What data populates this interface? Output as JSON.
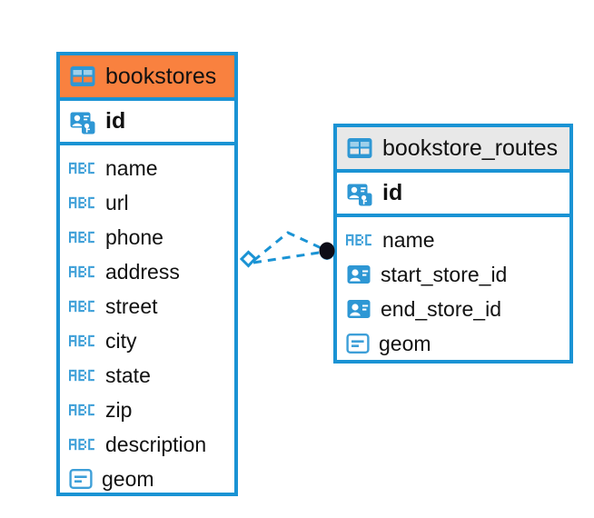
{
  "diagram": {
    "title": "bookstores and bookstore_routes entity relationship diagram",
    "colors": {
      "border_blue": "#1a93d4",
      "header_orange": "#f9813f",
      "header_gray": "#e8e8e8",
      "icon_blue": "#3d9fd8",
      "text_black": "#111111",
      "endpoint_dark": "#0d0d17"
    }
  },
  "entities": [
    {
      "name": "bookstores",
      "header_icon": "table-icon",
      "header_style": "accent-orange",
      "primary_key": {
        "label": "id",
        "icon": "primary-key-icon"
      },
      "fields": [
        {
          "label": "name",
          "icon": "abc-icon",
          "type": "text"
        },
        {
          "label": "url",
          "icon": "abc-icon",
          "type": "text"
        },
        {
          "label": "phone",
          "icon": "abc-icon",
          "type": "text"
        },
        {
          "label": "address",
          "icon": "abc-icon",
          "type": "text"
        },
        {
          "label": "street",
          "icon": "abc-icon",
          "type": "text"
        },
        {
          "label": "city",
          "icon": "abc-icon",
          "type": "text"
        },
        {
          "label": "state",
          "icon": "abc-icon",
          "type": "text"
        },
        {
          "label": "zip",
          "icon": "abc-icon",
          "type": "text"
        },
        {
          "label": "description",
          "icon": "abc-icon",
          "type": "text"
        },
        {
          "label": "geom",
          "icon": "geom-icon",
          "type": "geometry"
        }
      ]
    },
    {
      "name": "bookstore_routes",
      "header_icon": "table-icon",
      "header_style": "accent-gray",
      "primary_key": {
        "label": "id",
        "icon": "primary-key-icon"
      },
      "fields": [
        {
          "label": "name",
          "icon": "abc-icon",
          "type": "text"
        },
        {
          "label": "start_store_id",
          "icon": "foreign-key-icon",
          "type": "reference"
        },
        {
          "label": "end_store_id",
          "icon": "foreign-key-icon",
          "type": "reference"
        },
        {
          "label": "geom",
          "icon": "geom-icon",
          "type": "geometry"
        }
      ]
    }
  ],
  "relationship": {
    "source_marker": "diamond-marker",
    "target_marker": "filled-circle-marker",
    "line_style": "dashed",
    "color": "#1a93d4"
  }
}
